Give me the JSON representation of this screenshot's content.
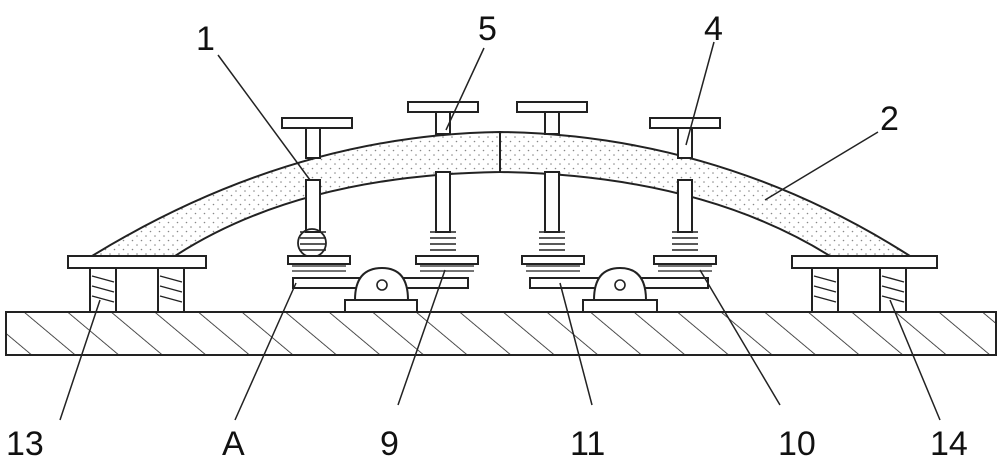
{
  "labels": {
    "l1": "1",
    "l2": "2",
    "l4": "4",
    "l5": "5",
    "l9": "9",
    "l10": "10",
    "l11": "11",
    "l13": "13",
    "l14": "14",
    "lA": "A"
  },
  "colors": {
    "stroke": "#222222",
    "stipple": "#888888",
    "background": "#ffffff"
  }
}
